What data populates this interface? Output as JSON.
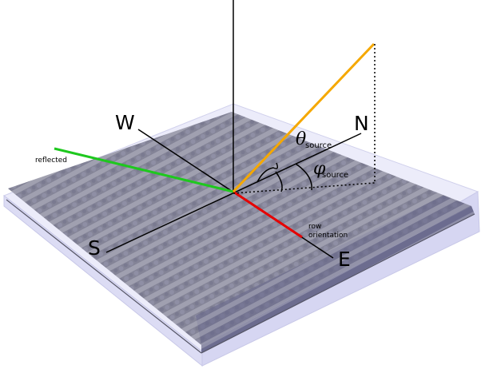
{
  "diagram": {
    "type": "3D schematic of row-crop canopy with sun/view geometry",
    "compass": {
      "north": "N",
      "south": "S",
      "east": "E",
      "west": "W"
    },
    "labels": {
      "reflected": "reflected",
      "row_orientation_line1": "row",
      "row_orientation_line2": "orientation",
      "theta_symbol": "θ",
      "theta_subscript": "source",
      "phi_symbol": "φ",
      "phi_subscript": "source"
    },
    "colors": {
      "source_ray": "#f5a800",
      "reflected_ray": "#1ec81e",
      "row_orientation": "#e60000",
      "axes": "#000000",
      "box_fill": "#e8e8f8",
      "box_edge": "#c8c8e8",
      "canopy": "#8a8a9c",
      "canopy_shadow": "#6e6e88"
    }
  }
}
